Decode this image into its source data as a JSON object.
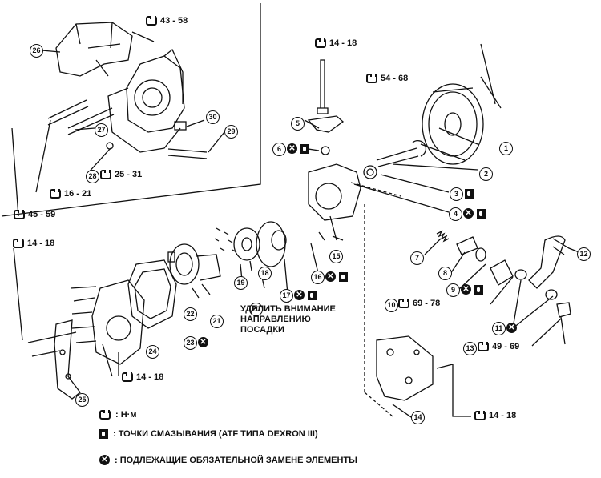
{
  "torque_specs": {
    "t43_58": "43 - 58",
    "t14_18_top": "14 - 18",
    "t54_68": "54 - 68",
    "t25_31": "25 - 31",
    "t16_21": "16 - 21",
    "t45_59": "45 - 59",
    "t14_18_left": "14 - 18",
    "t69_78": "69 - 78",
    "t49_69": "49 - 69",
    "t14_18_mid": "14 - 18",
    "t14_18_bottom": "14 - 18"
  },
  "callouts": [
    "1",
    "2",
    "3",
    "4",
    "5",
    "6",
    "7",
    "8",
    "9",
    "10",
    "11",
    "12",
    "13",
    "14",
    "15",
    "16",
    "17",
    "18",
    "19",
    "20",
    "21",
    "22",
    "23",
    "24",
    "25",
    "26",
    "27",
    "28",
    "29",
    "30"
  ],
  "note": "УДЕЛИТЬ ВНИМАНИЕ\nНАПРАВЛЕНИЮ\nПОСАДКИ",
  "legend": {
    "torque_unit": ": Н·м",
    "lube_points": ": ТОЧКИ СМАЗЫВАНИЯ (ATF ТИПА DEXRON III)",
    "replace_parts": ": ПОДЛЕЖАЩИЕ ОБЯЗАТЕЛЬНОЙ ЗАМЕНЕ ЭЛЕМЕНТЫ"
  },
  "icons": [
    "wrench-icon",
    "oil-can-icon",
    "x-circle-icon"
  ]
}
